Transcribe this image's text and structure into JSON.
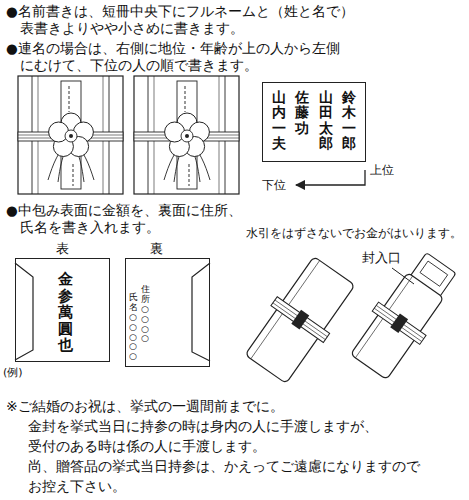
{
  "diagram": {
    "nodes": [
      {
        "text": [
          "鈴木一郎",
          "山田太郎",
          "佐藤　功",
          "山内一夫"
        ]
      },
      {
        "text": [
          "表",
          "金参萬圓也"
        ]
      },
      {
        "text": [
          "裏",
          "住所○○○○",
          "氏名○○○○○"
        ]
      }
    ],
    "labels": [
      "●名前書きは、短冊中央下にフルネームと（姓と名で）",
      "表書きよりやや小さめに書きます。",
      "●連名の場合は、右側に地位・年齢が上の人から左側",
      "にむけて、下位の人の順で書きます。",
      "下位",
      "上位",
      "●中包み表面に金額を、裏面に住所、",
      "氏名を書き入れます。",
      "水引をはずさないでお金がはいります。",
      "(例)",
      "封入口",
      "※ご結婚のお祝は、挙式の一週間前までに。",
      "金封を挙式当日に持参の時は身内の人に手渡しますが、",
      "受付のある時は係の人に手渡します。",
      "尚、贈答品の挙式当日持参は、かえってご遠慮になりますので",
      "お控え下さい。"
    ]
  }
}
